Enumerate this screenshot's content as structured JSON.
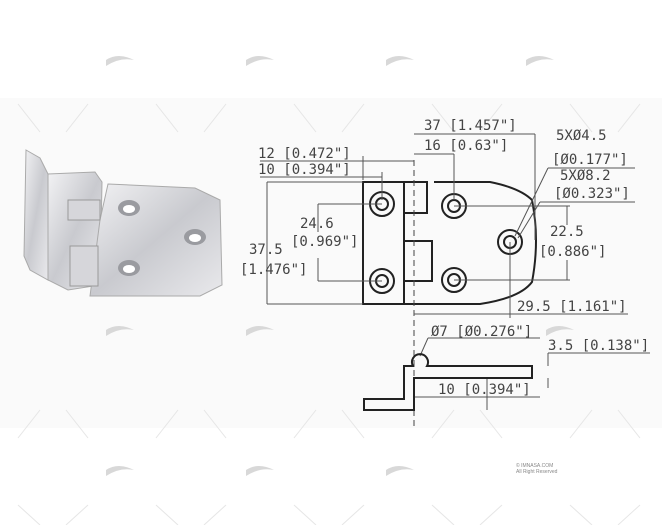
{
  "watermark": {
    "brand_icon": "wave-logo-icon",
    "copyright": "© IMNASA.COM",
    "rights": "All Right Reserved"
  },
  "photo": {
    "label": "stainless-steel-hinge-photo"
  },
  "dimensions": {
    "overall_width": "37 [1.457\"]",
    "hole_offset_16": "16 [0.63\"]",
    "left_12": "12 [0.472\"]",
    "left_10": "10 [0.394\"]",
    "hole_count_small": "5XØ4.5",
    "hole_small_in": "[Ø0.177\"]",
    "hole_count_large": "5XØ8.2",
    "hole_large_in": "[Ø0.323\"]",
    "hole_spacing_mm": "24.6",
    "hole_spacing_in": "[0.969\"]",
    "height_mm": "37.5",
    "height_in": "[1.476\"]",
    "right_spacing_mm": "22.5",
    "right_spacing_in": "[0.886\"]",
    "right_offset": "29.5 [1.161\"]",
    "pin_diameter": "Ø7 [Ø0.276\"]",
    "thickness": "3.5 [0.138\"]",
    "offset_10": "10 [0.394\"]"
  },
  "colors": {
    "line": "#222222",
    "dim_line": "#555555",
    "background": "#ffffff",
    "band": "#fafafa"
  }
}
